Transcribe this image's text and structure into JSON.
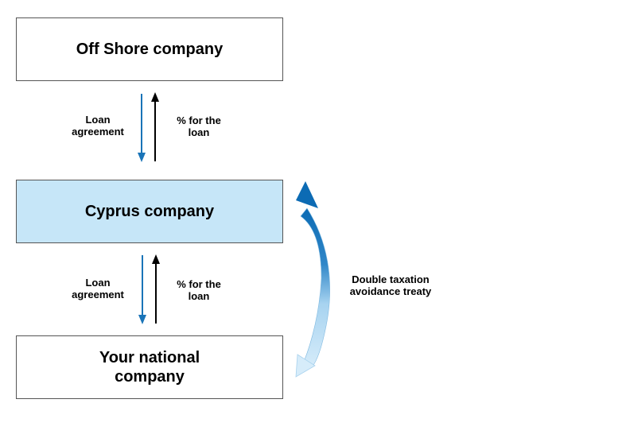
{
  "colors": {
    "loan_arrow": "#1a74b8",
    "interest_arrow": "#000000",
    "highlight_box": "#c6e6f8",
    "treaty_arrow_dark": "#0c6bb4",
    "treaty_arrow_light": "#d6ecfa",
    "box_border": "#555555"
  },
  "entities": {
    "offshore": {
      "title": "Off Shore company"
    },
    "cyprus": {
      "title": "Cyprus company"
    },
    "national": {
      "title": "Your national\ncompany"
    }
  },
  "flows": {
    "offshore_to_cyprus": {
      "down_label": "Loan\nagreement",
      "up_label": "% for the\nloan"
    },
    "cyprus_to_national": {
      "down_label": "Loan\nagreement",
      "up_label": "% for the\nloan"
    }
  },
  "treaty": {
    "label": "Double taxation\navoidance treaty"
  }
}
